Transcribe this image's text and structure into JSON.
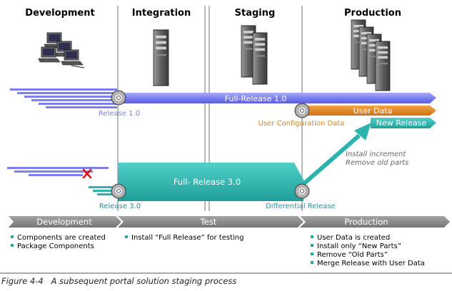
{
  "columns": {
    "development": "Development",
    "integration": "Integration",
    "staging": "Staging",
    "production": "Production"
  },
  "flows": {
    "full_release_1": "Full-Release 1.0",
    "release_1": "Release 1.0",
    "user_data": "User Data",
    "user_config_data": "User Configuration Data",
    "new_release": "New Release",
    "install_increment": "Install increment",
    "remove_old_parts": "Remove old parts",
    "full_release_3": "Full- Release 3.0",
    "release_3": "Release 3.0",
    "differential_release": "Differential Release"
  },
  "phases": {
    "development": "Development",
    "test": "Test",
    "production": "Production"
  },
  "bullets": {
    "development": [
      "Components are created",
      "Package Components"
    ],
    "test": [
      "Install “Full Release” for testing"
    ],
    "production": [
      "User Data is created",
      "Install only “New Parts”",
      "Remove “Old Parts”",
      "Merge Release with User Data"
    ]
  },
  "caption": "Figure 4-4   A subsequent portal solution staging process",
  "colors": {
    "blue_flow": "#7b7ff0",
    "teal_flow": "#2db3ad",
    "orange_flow": "#e0841c",
    "phase_bar": "#8a8a8a",
    "red_x": "#e01010",
    "bullet": "#2aa6a6"
  },
  "icons": {
    "development": "workstations-icon",
    "integration": "server-icon",
    "staging": "server-pair-icon",
    "production": "server-cluster-icon",
    "release_marker": "cd-disc-icon",
    "rejected": "red-x-icon"
  }
}
